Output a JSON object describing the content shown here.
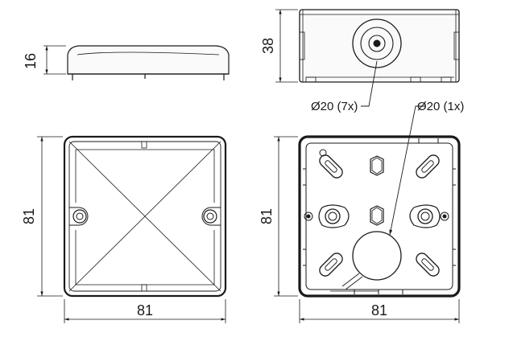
{
  "dimensions": {
    "lid_height": "16",
    "box_height": "38",
    "lid_left_height": "81",
    "lid_bottom_width": "81",
    "box_left_height": "81",
    "box_bottom_width": "81"
  },
  "callouts": {
    "side_entries": "Ø20 (7x)",
    "bottom_entry": "Ø20 (1x)"
  }
}
